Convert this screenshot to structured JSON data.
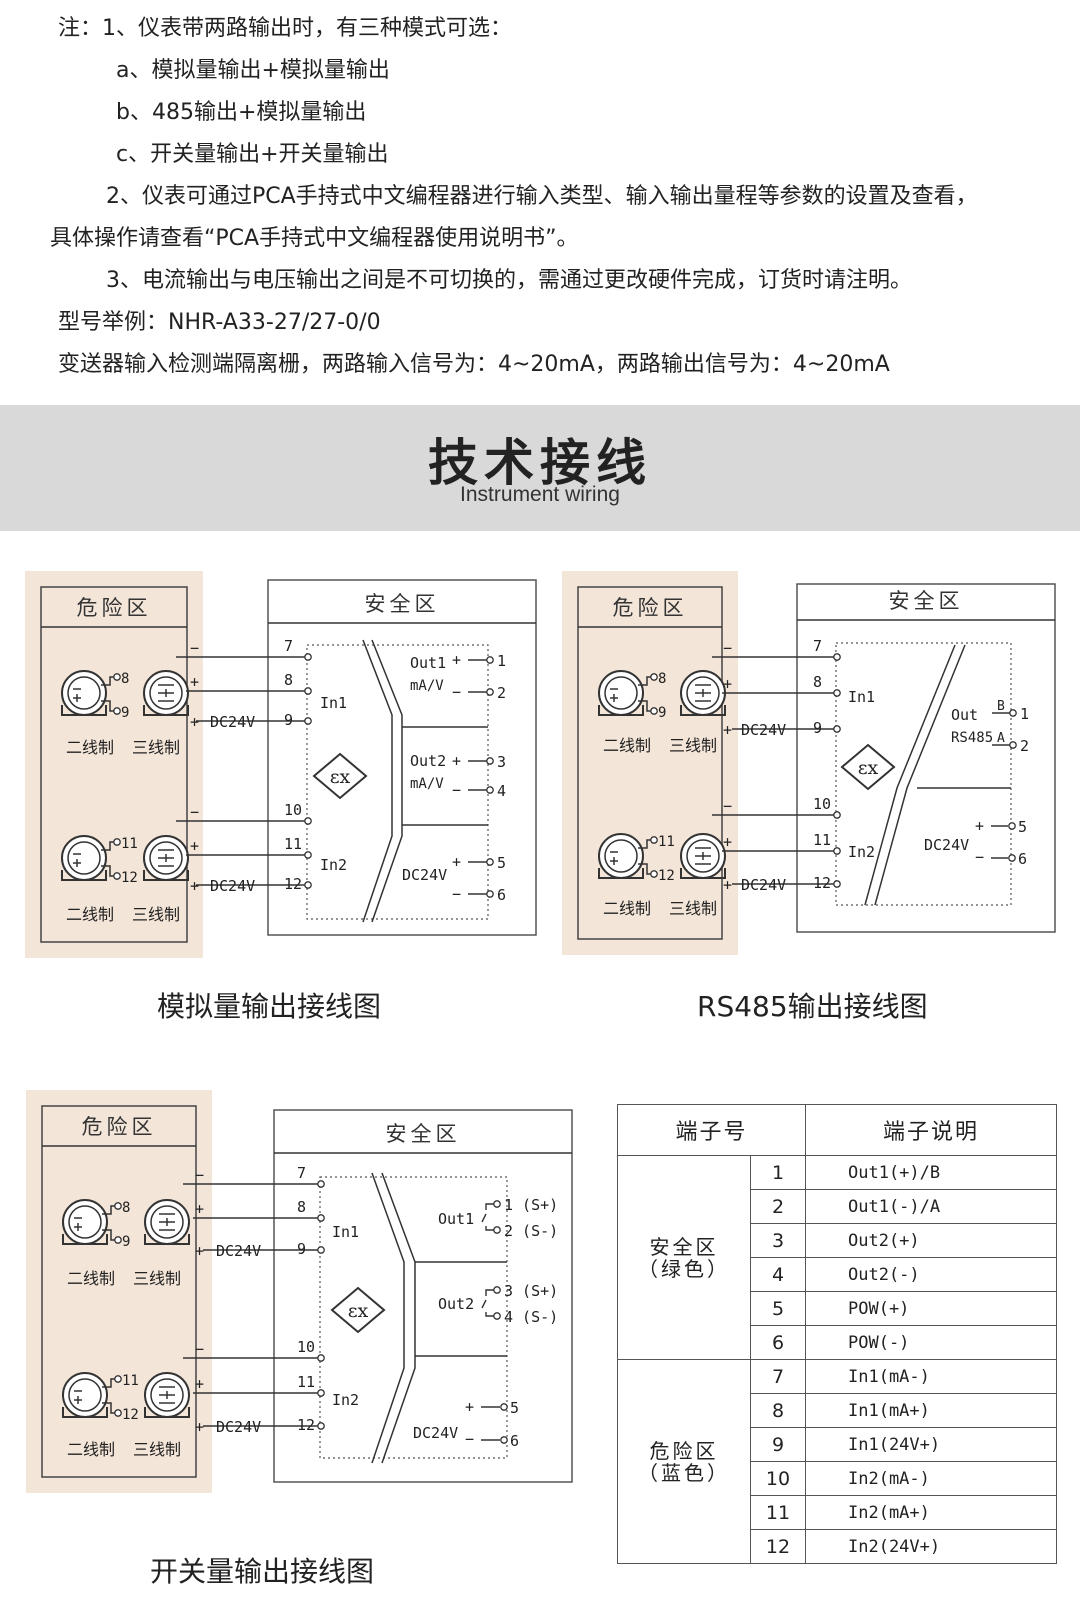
{
  "notes": {
    "line1": "注：1、仪表带两路输出时，有三种模式可选：",
    "line2": "a、模拟量输出+模拟量输出",
    "line3": "b、485输出+模拟量输出",
    "line4": "c、开关量输出+开关量输出",
    "line5": "2、仪表可通过PCA手持式中文编程器进行输入类型、输入输出量程等参数的设置及查看，",
    "line6": "具体操作请查看“PCA手持式中文编程器使用说明书”。",
    "line7": "3、电流输出与电压输出之间是不可切换的，需通过更改硬件完成，订货时请注明。",
    "line8": "型号举例：NHR-A33-27/27-0/0",
    "line9": "变送器输入检测端隔离栅，两路输入信号为：4~20mA，两路输出信号为：4~20mA"
  },
  "banner": {
    "title": "技术接线",
    "subtitle": "Instrument wiring"
  },
  "labels": {
    "hazard": "危险区",
    "safe": "安全区",
    "two_wire": "二线制",
    "three_wire": "三线制",
    "dc24v": "DC24V",
    "in1": "In1",
    "in2": "In2",
    "ex": "εx",
    "minus": "−",
    "plus": "+",
    "t1": "1",
    "t2": "2",
    "t3": "3",
    "t4": "4",
    "t5": "5",
    "t6": "6",
    "t7": "7",
    "t8": "8",
    "t9": "9",
    "t10": "10",
    "t11": "11",
    "t12": "12",
    "out1": "Out1",
    "out2": "Out2",
    "ma_v": "mA/V",
    "out": "Out",
    "rs485": "RS485",
    "a": "A",
    "b": "B",
    "s_plus": "(S+)",
    "s_minus": "(S-)"
  },
  "captions": {
    "analog": "模拟量输出接线图",
    "rs485": "RS485输出接线图",
    "switch": "开关量输出接线图"
  },
  "table": {
    "header_terminal": "端子号",
    "header_desc": "端子说明",
    "zone_safe": "安全区（绿色）",
    "zone_hazard": "危险区（蓝色）",
    "rows": [
      {
        "no": "1",
        "desc": "Out1(+)/B"
      },
      {
        "no": "2",
        "desc": "Out1(-)/A"
      },
      {
        "no": "3",
        "desc": "Out2(+)"
      },
      {
        "no": "4",
        "desc": "Out2(-)"
      },
      {
        "no": "5",
        "desc": "POW(+)"
      },
      {
        "no": "6",
        "desc": "POW(-)"
      },
      {
        "no": "7",
        "desc": "In1(mA-)"
      },
      {
        "no": "8",
        "desc": "In1(mA+)"
      },
      {
        "no": "9",
        "desc": "In1(24V+)"
      },
      {
        "no": "10",
        "desc": "In2(mA-)"
      },
      {
        "no": "11",
        "desc": "In2(mA+)"
      },
      {
        "no": "12",
        "desc": "In2(24V+)"
      }
    ]
  },
  "colors": {
    "hazard_bg": "#f3e5d8",
    "banner_bg": "#d9d9d9",
    "line": "#333333"
  }
}
